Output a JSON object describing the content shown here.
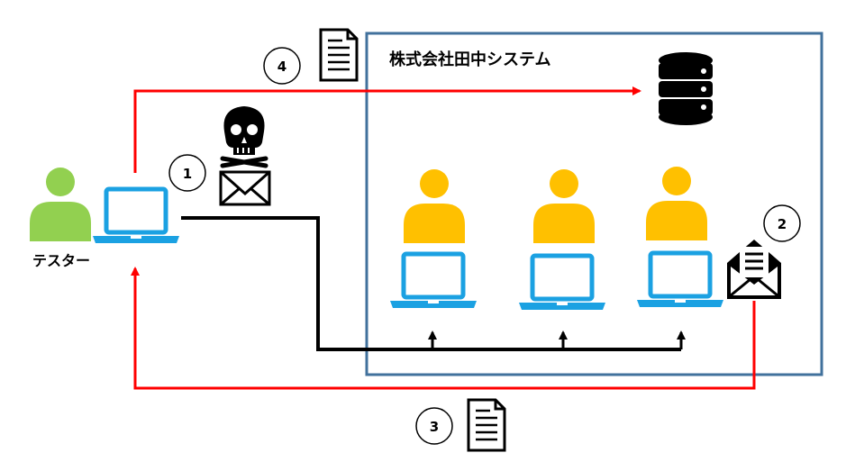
{
  "company": {
    "name": "株式会社田中システム",
    "border_color": "#41719C"
  },
  "tester": {
    "label": "テスター",
    "color": "#92D050"
  },
  "employees": {
    "color": "#FFC000",
    "count": 3
  },
  "laptop_color": "#1BA1E2",
  "arrows": {
    "red": "#FF0000",
    "black": "#000000"
  },
  "steps": [
    {
      "number": "1",
      "meaning": "malicious-email"
    },
    {
      "number": "2",
      "meaning": "reply-email"
    },
    {
      "number": "3",
      "meaning": "document-returned"
    },
    {
      "number": "4",
      "meaning": "document-to-server"
    }
  ]
}
